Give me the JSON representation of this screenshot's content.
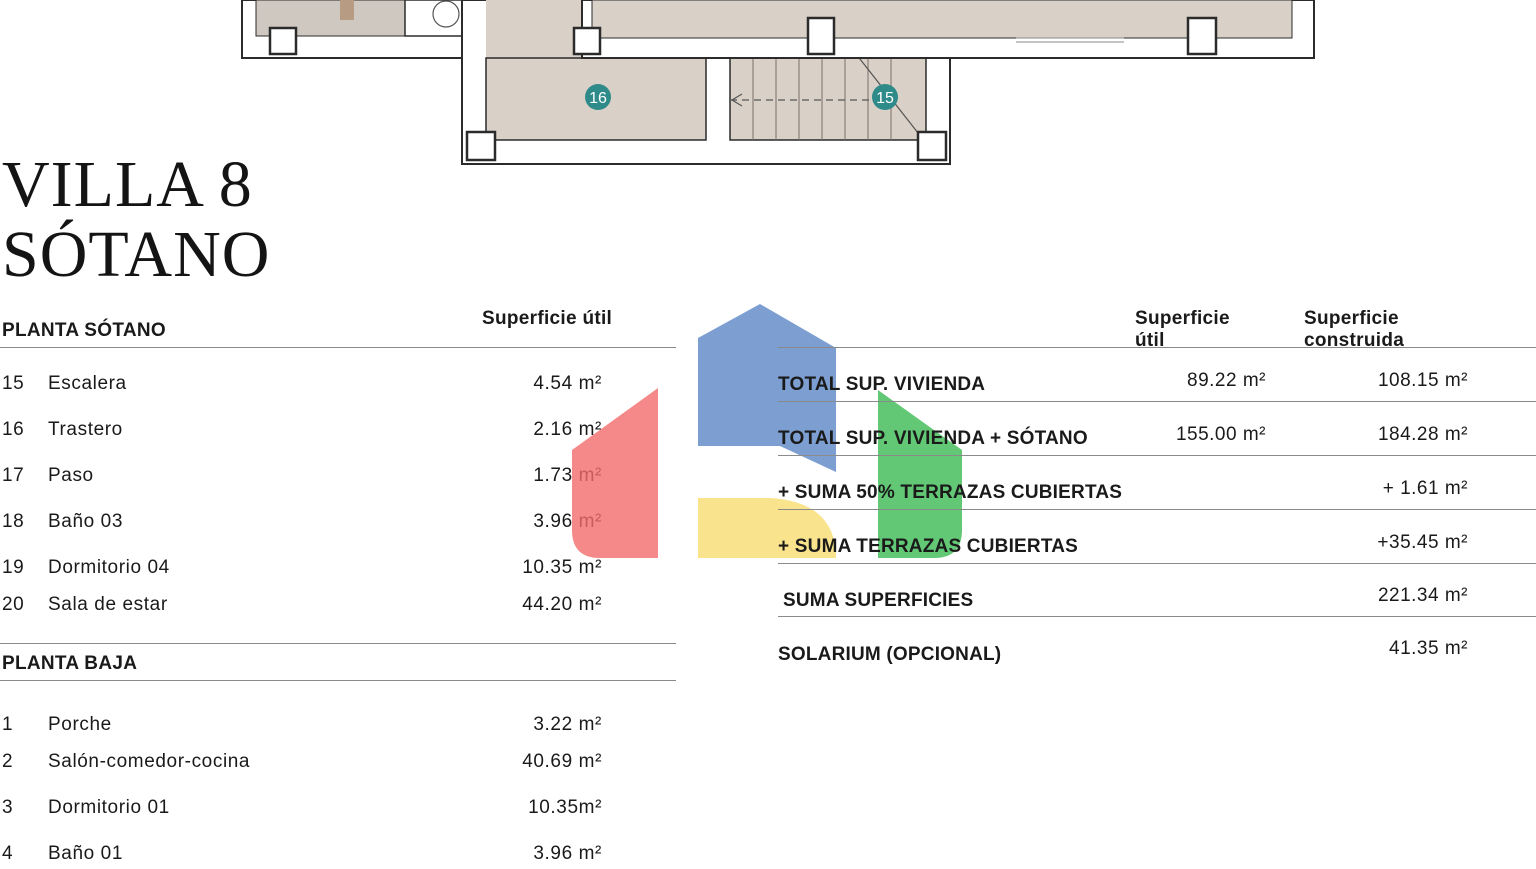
{
  "plan": {
    "room_labels": [
      "16",
      "15"
    ]
  },
  "title": {
    "line1": "VILLA 8",
    "line2": "SÓTANO"
  },
  "left_table": {
    "section1": "PLANTA SÓTANO",
    "column_header": "Superficie útil",
    "rows1": [
      {
        "num": "15",
        "name": "Escalera",
        "value": "4.54 m²"
      },
      {
        "num": "16",
        "name": "Trastero",
        "value": "2.16 m²"
      },
      {
        "num": "17",
        "name": "Paso",
        "value": "1.73 m²"
      },
      {
        "num": "18",
        "name": "Baño 03",
        "value": "3.96 m²"
      },
      {
        "num": "19",
        "name": "Dormitorio 04",
        "value": "10.35 m²"
      },
      {
        "num": "20",
        "name": "Sala de estar",
        "value": "44.20 m²"
      }
    ],
    "section2": "PLANTA BAJA",
    "rows2": [
      {
        "num": "1",
        "name": "Porche",
        "value": "3.22 m²"
      },
      {
        "num": "2",
        "name": "Salón-comedor-cocina",
        "value": "40.69 m²"
      },
      {
        "num": "3",
        "name": "Dormitorio 01",
        "value": "10.35m²"
      },
      {
        "num": "4",
        "name": "Baño 01",
        "value": "3.96 m²"
      }
    ]
  },
  "right_table": {
    "header_util": "Superficie útil",
    "header_construida": "Superficie construida",
    "rows": [
      {
        "label": "TOTAL SUP. VIVIENDA",
        "util": "89.22 m²",
        "construida": "108.15 m²"
      },
      {
        "label": "TOTAL SUP. VIVIENDA + SÓTANO",
        "util": "155.00  m²",
        "construida": "184.28 m²"
      },
      {
        "label": "+ SUMA 50% TERRAZAS CUBIERTAS",
        "util": "",
        "construida": "+ 1.61 m²"
      },
      {
        "label": "+ SUMA TERRAZAS CUBIERTAS",
        "util": "",
        "construida": "+35.45 m²"
      },
      {
        "label": "SUMA SUPERFICIES",
        "util": "",
        "construida": "221.34 m²"
      },
      {
        "label": "SOLARIUM (OPCIONAL)",
        "util": "",
        "construida": "41.35 m²"
      }
    ]
  },
  "colors": {
    "text": "#1a1a1a",
    "plan_fill": "#d8d0c6",
    "plan_wall": "#2b2b2b",
    "room_badge": "#2f8a8a",
    "watermark_blue": "#5b86c5",
    "watermark_red": "#f26b6b",
    "watermark_yellow": "#f7dc6f",
    "watermark_green": "#3cba54"
  }
}
